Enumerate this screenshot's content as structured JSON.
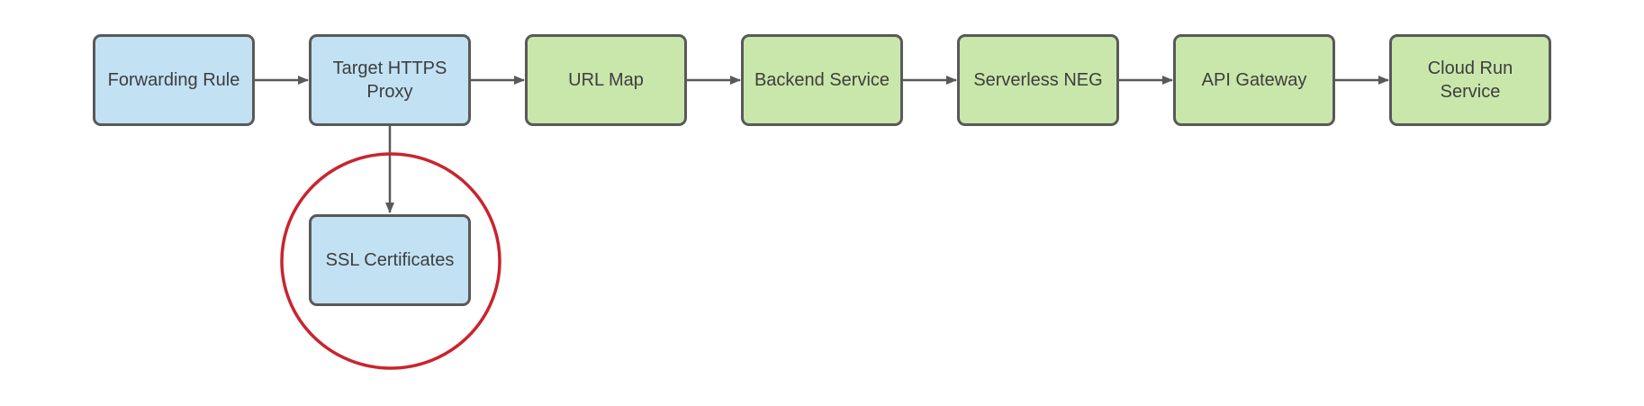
{
  "diagram": {
    "type": "flowchart",
    "nodes": [
      {
        "id": "forwarding-rule",
        "label": "Forwarding Rule",
        "fill": "blue"
      },
      {
        "id": "target-https-proxy",
        "label": "Target HTTPS\nProxy",
        "fill": "blue"
      },
      {
        "id": "url-map",
        "label": "URL Map",
        "fill": "green"
      },
      {
        "id": "backend-service",
        "label": "Backend Service",
        "fill": "green"
      },
      {
        "id": "serverless-neg",
        "label": "Serverless NEG",
        "fill": "green"
      },
      {
        "id": "api-gateway",
        "label": "API Gateway",
        "fill": "green"
      },
      {
        "id": "cloud-run-service",
        "label": "Cloud Run\nService",
        "fill": "green"
      },
      {
        "id": "ssl-certificates",
        "label": "SSL Certificates",
        "fill": "blue",
        "highlighted": true
      }
    ],
    "edges": [
      {
        "from": "forwarding-rule",
        "to": "target-https-proxy",
        "direction": "right"
      },
      {
        "from": "target-https-proxy",
        "to": "url-map",
        "direction": "right"
      },
      {
        "from": "url-map",
        "to": "backend-service",
        "direction": "right"
      },
      {
        "from": "backend-service",
        "to": "serverless-neg",
        "direction": "right"
      },
      {
        "from": "serverless-neg",
        "to": "api-gateway",
        "direction": "right"
      },
      {
        "from": "api-gateway",
        "to": "cloud-run-service",
        "direction": "right"
      },
      {
        "from": "target-https-proxy",
        "to": "ssl-certificates",
        "direction": "down"
      }
    ],
    "annotations": [
      {
        "type": "circle",
        "around": "ssl-certificates",
        "color": "#c9242e"
      }
    ]
  },
  "colors": {
    "node_blue_fill": "#c2e2f4",
    "node_green_fill": "#c9e7ab",
    "node_border": "#595959",
    "edge_color": "#595959",
    "highlight_color": "#c9242e",
    "text_color": "#3d3d3d",
    "background": "#ffffff"
  }
}
